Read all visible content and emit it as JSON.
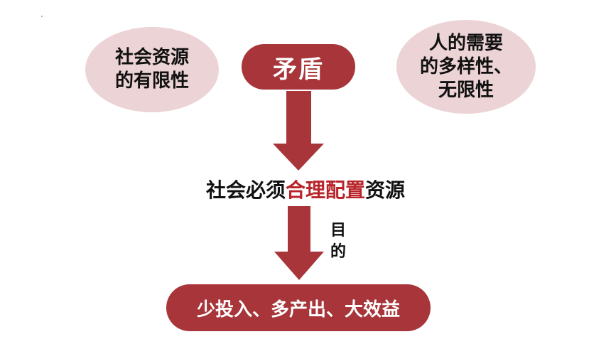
{
  "nodes": {
    "left_ellipse": {
      "text": "社会资源\n的有限性"
    },
    "right_ellipse": {
      "text": "人的需要\n的多样性、\n无限性"
    },
    "top_pill": {
      "text": "矛盾"
    },
    "center_text": {
      "prefix": "社会必须",
      "highlight": "合理配置",
      "suffix": "资源"
    },
    "arrow_label": {
      "text": "目\n的"
    },
    "bottom_pill": {
      "text": "少投入、多产出、大效益"
    }
  },
  "colors": {
    "pill_fill": "#a7353a",
    "ellipse_fill": "#ecd3d5",
    "highlight_text": "#b8242a",
    "body_text": "#111111"
  }
}
